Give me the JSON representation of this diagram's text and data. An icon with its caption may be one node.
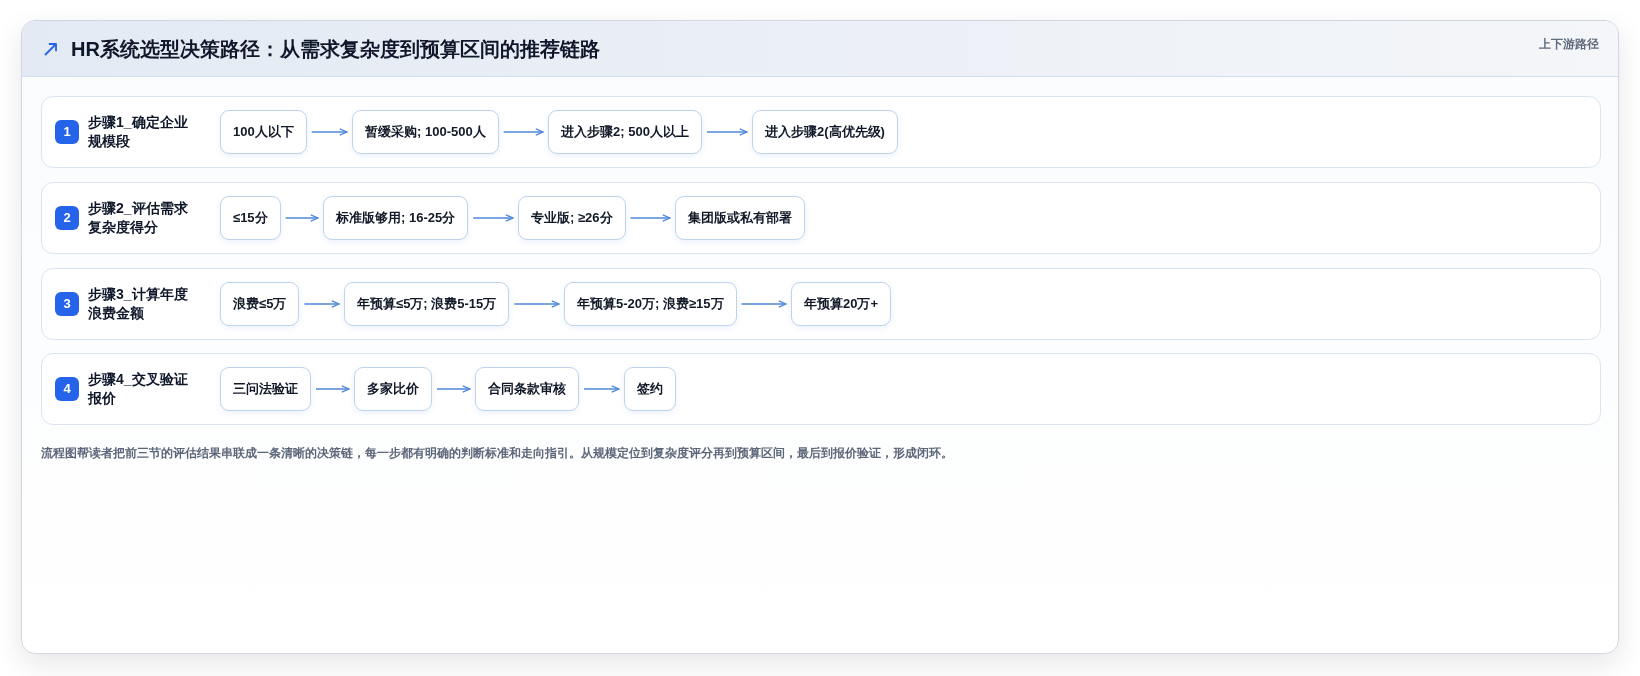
{
  "diagram": {
    "title": "HR系统选型决策路径：从需求复杂度到预算区间的推荐链路",
    "caption": "流程图帮读者把前三节的评估结果串联成一条清晰的决策链，每一步都有明确的判断标准和走向指引。从规模定位到复杂度评分再到预算区间，最后到报价验证，形成闭环。",
    "nodes": [
      {
        "text": [
          "步骤1_确定企业规模段"
        ]
      },
      {
        "text": [
          "1"
        ],
        "in": 0
      },
      {
        "text": [
          "100人以下"
        ],
        "in": 0
      },
      {
        "text": [
          "暂缓采购; 100-500人"
        ],
        "in": 0
      },
      {
        "text": [
          "进入步骤2; 500人以上"
        ],
        "in": 0
      },
      {
        "text": [
          "进入步骤2(高优先级)"
        ],
        "in": 0
      },
      {
        "text": [
          "步骤2_评估需求复杂度得分"
        ]
      },
      {
        "text": [
          "2"
        ],
        "in": 6
      },
      {
        "text": [
          "≤15分"
        ],
        "in": 6
      },
      {
        "text": [
          "标准版够用; 16-25分"
        ],
        "in": 6
      },
      {
        "text": [
          "专业版; ≥26分"
        ],
        "in": 6
      },
      {
        "text": [
          "集团版或私有部署"
        ],
        "in": 6
      },
      {
        "text": [
          "步骤3_计算年度浪费金额"
        ]
      },
      {
        "text": [
          "3"
        ],
        "in": 12
      },
      {
        "text": [
          "浪费≤5万"
        ],
        "in": 12
      },
      {
        "text": [
          "年预算≤5万; 浪费5-15万"
        ],
        "in": 12
      },
      {
        "text": [
          "年预算5-20万; 浪费≥15万"
        ],
        "in": 12
      },
      {
        "text": [
          "年预算20万+"
        ],
        "in": 12
      },
      {
        "text": [
          "步骤4_交叉验证报价"
        ]
      },
      {
        "text": [
          "4"
        ],
        "in": 18
      },
      {
        "text": [
          "三问法验证"
        ],
        "in": 18
      },
      {
        "text": [
          "多家比价"
        ],
        "in": 18
      },
      {
        "text": [
          "合同条款审核"
        ],
        "in": 18
      },
      {
        "text": [
          "签约"
        ],
        "in": 18
      }
    ],
    "edges": [
      {
        "from": 2,
        "to": 3,
        "arrow": "to"
      },
      {
        "from": 3,
        "to": 4,
        "arrow": "to"
      },
      {
        "from": 4,
        "to": 5,
        "arrow": "to"
      },
      {
        "from": 8,
        "to": 9,
        "arrow": "to"
      },
      {
        "from": 9,
        "to": 10,
        "arrow": "to"
      },
      {
        "from": 10,
        "to": 11,
        "arrow": "to"
      },
      {
        "from": 14,
        "to": 15,
        "arrow": "to"
      },
      {
        "from": 15,
        "to": 16,
        "arrow": "to"
      },
      {
        "from": 16,
        "to": 17,
        "arrow": "to"
      },
      {
        "from": 20,
        "to": 21,
        "arrow": "to"
      },
      {
        "from": 21,
        "to": 22,
        "arrow": "to"
      },
      {
        "from": 22,
        "to": 23,
        "arrow": "to"
      }
    ],
    "labels": [
      "上下游路径"
    ]
  }
}
